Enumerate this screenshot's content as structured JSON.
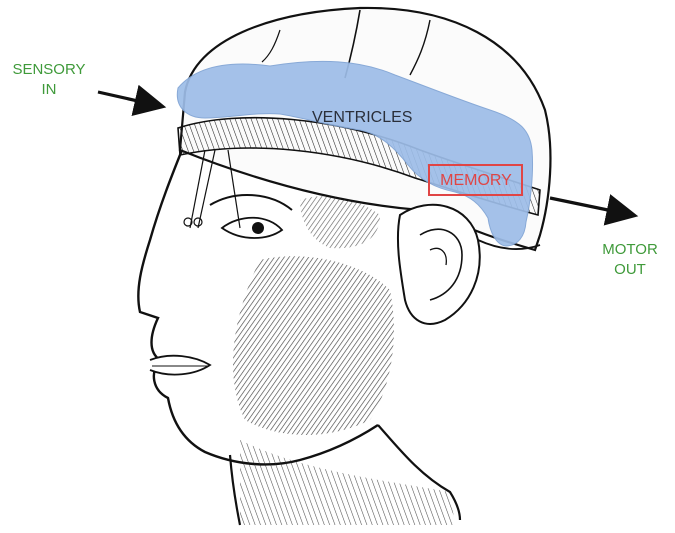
{
  "labels": {
    "sensory_line1": "SENSORY",
    "sensory_line2": "IN",
    "motor_line1": "MOTOR",
    "motor_line2": "OUT",
    "ventricles": "VENTRICLES",
    "memory": "MEMORY"
  },
  "colors": {
    "io_label": "#3f9a3a",
    "ventricles_fill": "#9dbde8",
    "memory_highlight": "#e04545",
    "engraving_ink": "#111111"
  },
  "icons": [
    "sensory-arrow-icon",
    "motor-arrow-icon"
  ]
}
